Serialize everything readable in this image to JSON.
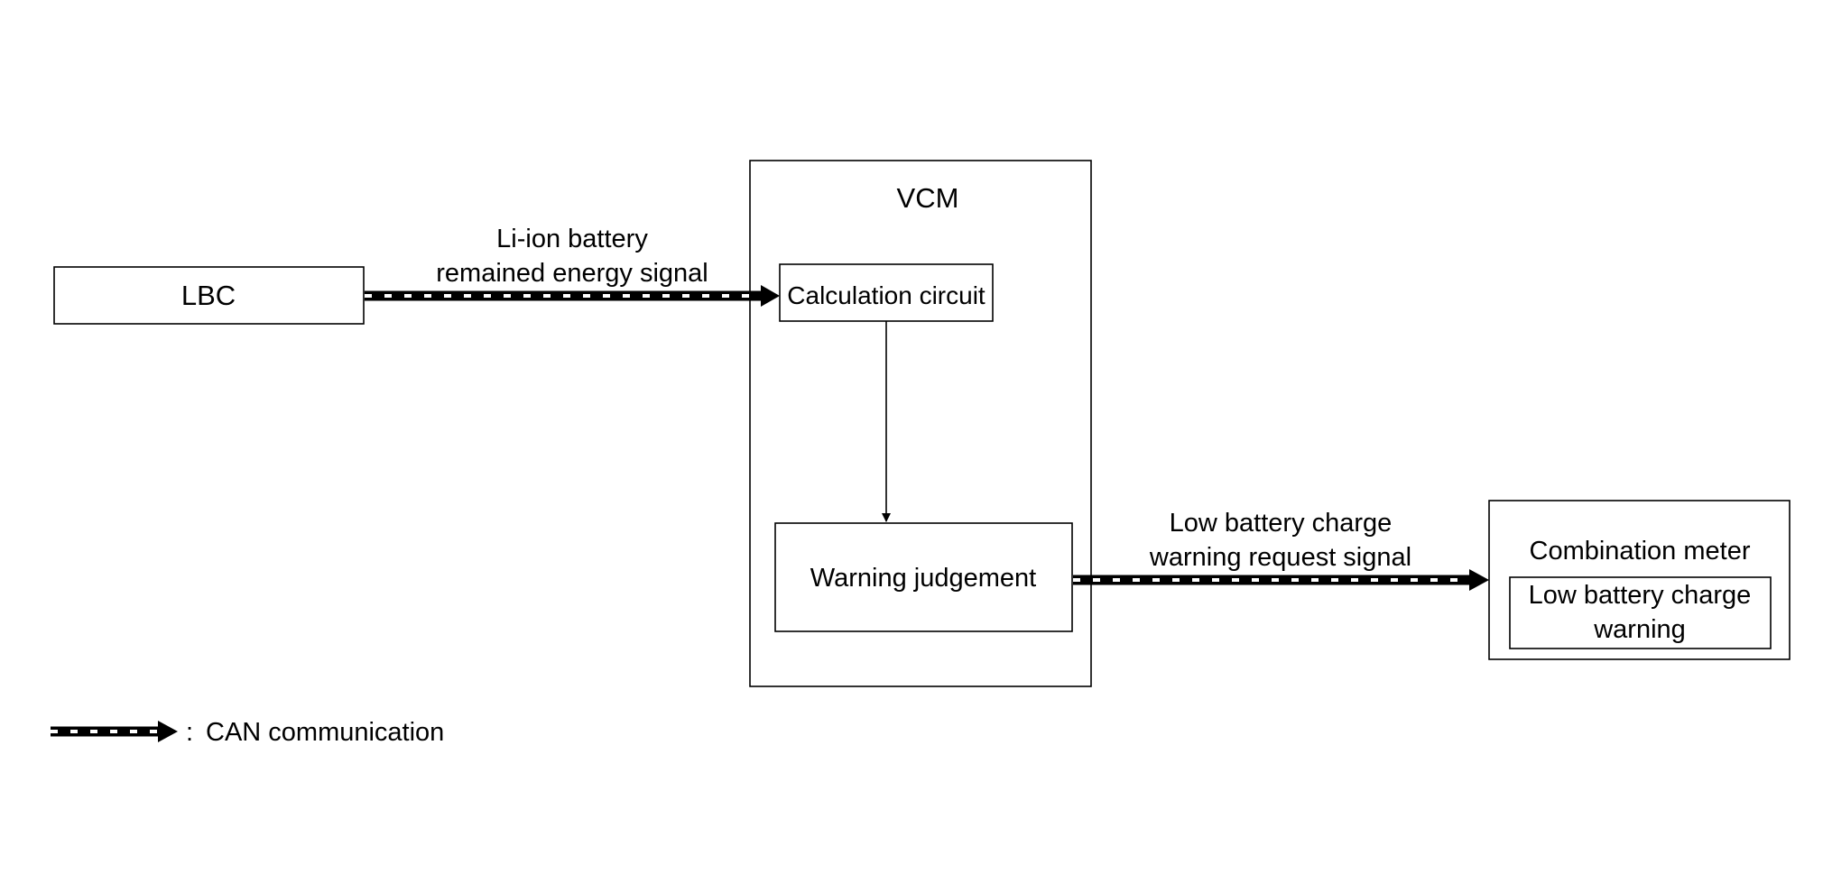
{
  "nodes": {
    "lbc": {
      "label": "LBC"
    },
    "vcm": {
      "label": "VCM",
      "calculation_circuit": "Calculation circuit",
      "warning_judgement": "Warning judgement"
    },
    "combination_meter": {
      "label": "Combination meter",
      "low_battery_warning_line1": "Low battery charge",
      "low_battery_warning_line2": "warning"
    }
  },
  "signals": {
    "liion": {
      "line1": "Li-ion battery",
      "line2": "remained energy signal"
    },
    "low_battery": {
      "line1": "Low battery charge",
      "line2": "warning request signal"
    }
  },
  "legend": {
    "separator": ":",
    "label": "CAN communication"
  }
}
